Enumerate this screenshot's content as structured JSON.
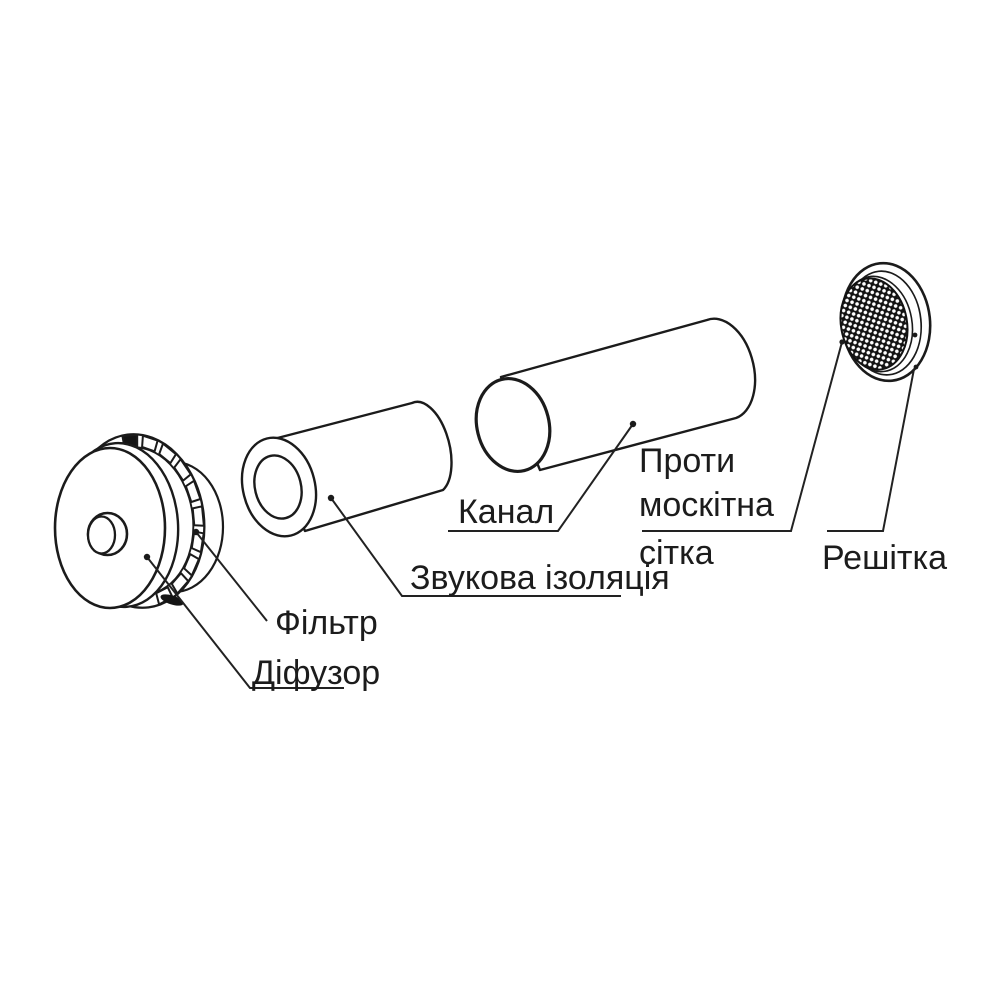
{
  "figure": {
    "background": "#ffffff",
    "line_color": "#1b1b1b",
    "text_color": "#1c1c1c"
  },
  "labels": {
    "filter": "Фільтр",
    "diffuser": "Діфузор",
    "sound_insulation": "Звукова ізоляція",
    "channel": "Канал",
    "mosquito_line1": "Проти",
    "mosquito_line2": "москітна",
    "mosquito_line3": "сітка",
    "grille": "Решітка"
  }
}
